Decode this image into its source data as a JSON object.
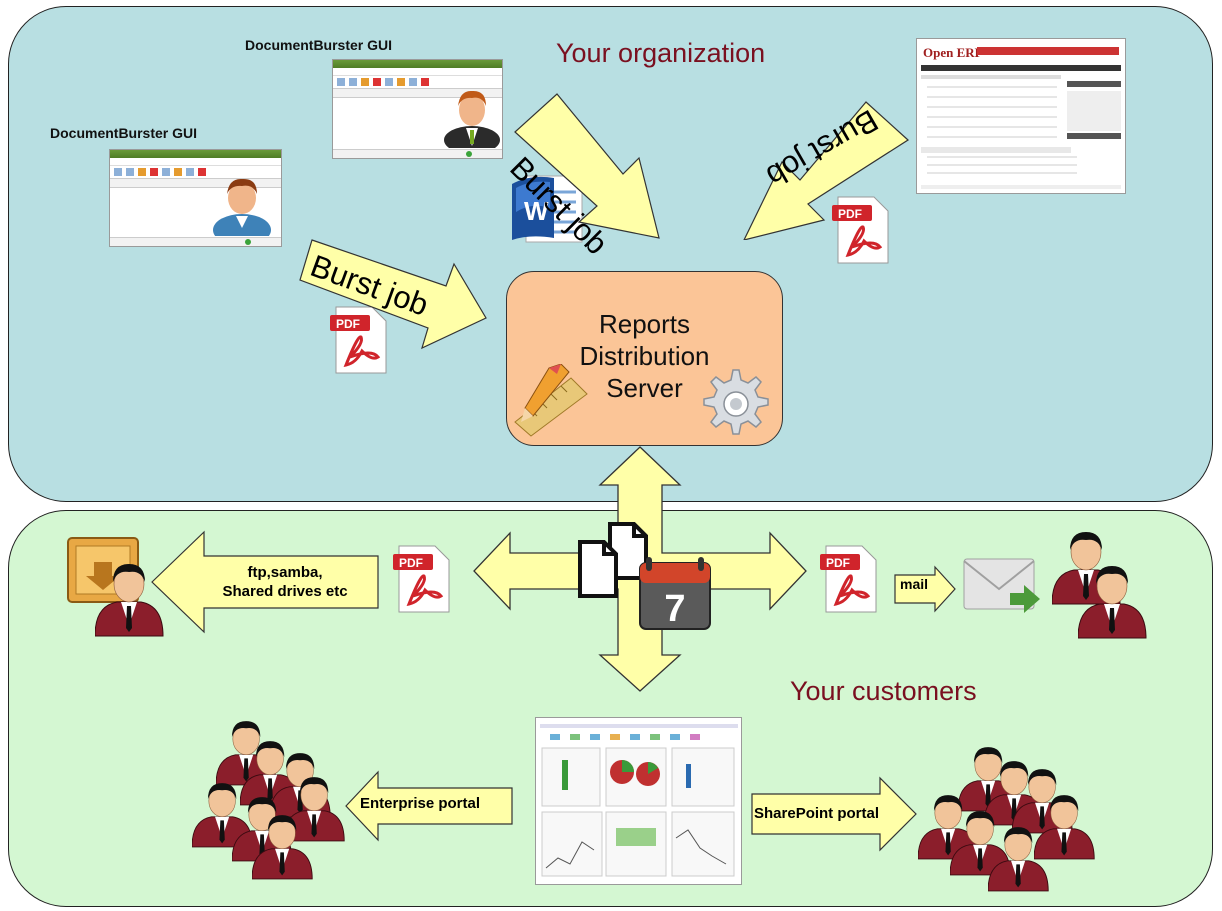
{
  "organization": {
    "title": "Your organization",
    "gui_labels": [
      "DocumentBurster GUI",
      "DocumentBurster GUI"
    ],
    "burst_job_label": "Burst job"
  },
  "server": {
    "lines": [
      "Reports",
      "Distribution",
      "Server"
    ]
  },
  "customers": {
    "title": "Your customers",
    "ftp_label": "ftp,samba,\nShared drives etc",
    "mail_label": "mail",
    "enterprise_portal_label": "Enterprise portal",
    "sharepoint_portal_label": "SharePoint portal"
  },
  "icons": {
    "pdf": "pdf-file-icon",
    "word": "word-document-icon",
    "calendar": "calendar-icon",
    "envelope": "email-envelope-icon",
    "archive": "archive-box-icon",
    "gear": "gear-icon",
    "pencil": "pencil-ruler-icon"
  },
  "colors": {
    "org_bg": "#b8dfe2",
    "customers_bg": "#d4f7d2",
    "server_bg": "#fbc597",
    "arrow_fill": "#ffffa8",
    "title_color": "#7a1020",
    "pdf_red": "#d0242b",
    "person_shirt": "#8b1e2b"
  },
  "calendar_day": "7"
}
